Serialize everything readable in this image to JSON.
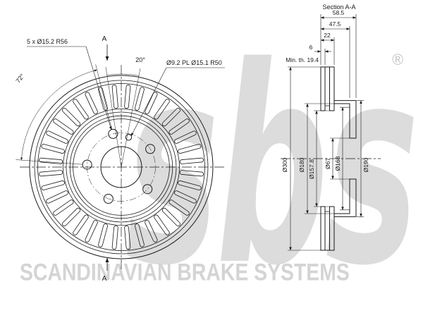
{
  "watermark": {
    "logo": "sbs",
    "registered": "®",
    "footer": "SCANDINAVIAN BRAKE SYSTEMS"
  },
  "front_view": {
    "bolt_note": "5 x Ø15.2 R56",
    "hole_note": "Ø9.2 PL Ø15.1 R50",
    "angle_small": "20°",
    "angle_large": "72°",
    "section_label_top": "A",
    "section_label_bottom": "A"
  },
  "section_view": {
    "title": "Section A-A",
    "width_overall": "58.5",
    "width_inner": "47.5",
    "thickness": "22",
    "plate_thickness": "6",
    "min_thickness": "Min. th. 19.4",
    "dia_outer": "Ø300",
    "dia_180": "Ø180",
    "dia_157": "Ø157.8",
    "dia_67": "Ø67",
    "dia_168": "Ø168",
    "dia_190": "Ø190"
  },
  "colors": {
    "line": "#1a1a1a",
    "watermark": "#dcdcdc"
  }
}
